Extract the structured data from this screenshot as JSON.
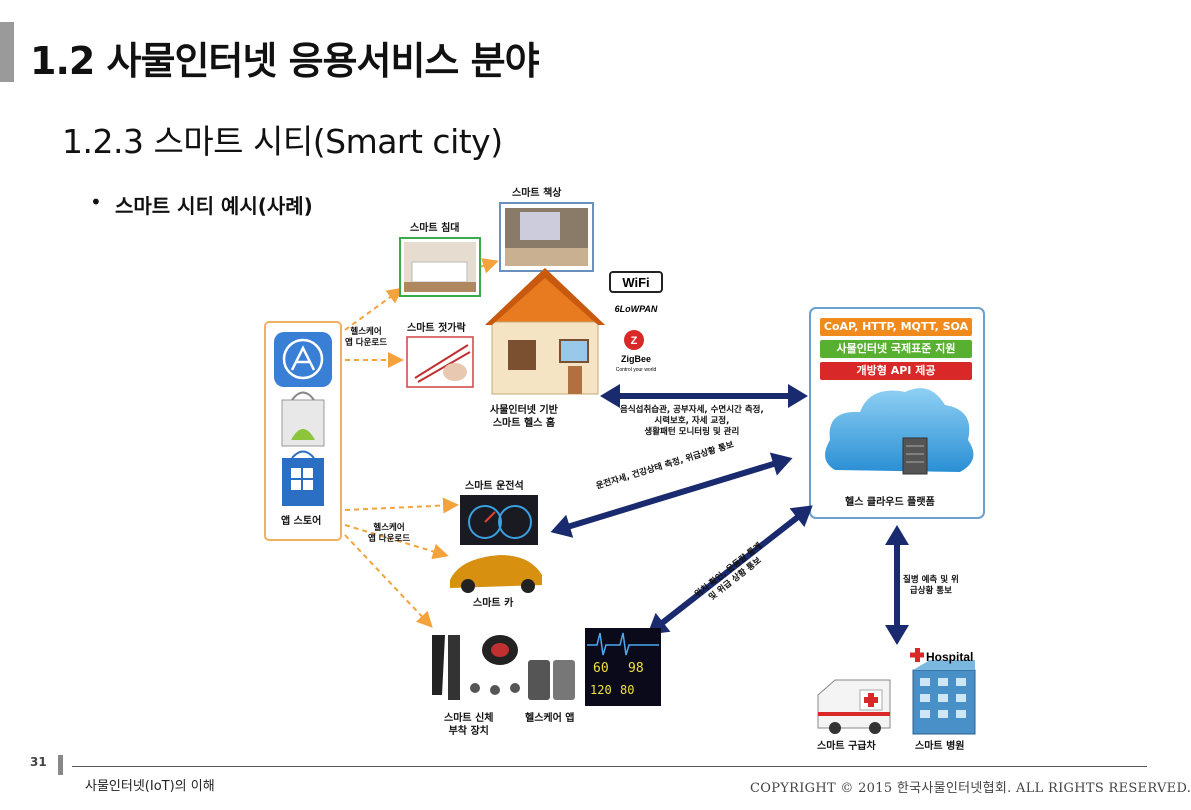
{
  "header": {
    "title": "1.2 사물인터넷 응용서비스 분야",
    "subtitle": "1.2.3 스마트 시티(Smart city)",
    "bullet": "스마트 시티 예시(사례)"
  },
  "diagram": {
    "app_store": "앱 스토어",
    "smart_desk": "스마트 책상",
    "smart_bed": "스마트 침대",
    "smart_chopsticks": "스마트 젓가락",
    "healthcare_download_1": "헬스케어\n앱 다운로드",
    "home_label": "사물인터넷 기반\n스마트 헬스 홈",
    "home_arrow_text": "음식섭취습관, 공부자세, 수면시간 측정,\n시력보호, 자세 교정,\n생활패턴 모니터링 및 관리",
    "wifi": "WiFi",
    "lowpan": "6LoWPAN",
    "zigbee": "ZigBee",
    "zigbee_tag": "Control your world",
    "protocols": [
      {
        "label": "CoAP, HTTP, MQTT, SOA",
        "color": "#f08a1c"
      },
      {
        "label": "사물인터넷 국제표준 지원",
        "color": "#58b030"
      },
      {
        "label": "개방형 API 제공",
        "color": "#d82828"
      }
    ],
    "cloud_label": "헬스 클라우드 플랫폼",
    "smart_driver_seat": "스마트 운전석",
    "driver_arrow_text": "운전자세, 건강상태 측정, 위급상황 통보",
    "healthcare_download_2": "헬스케어\n앱 다운로드",
    "smart_car": "스마트 카",
    "wearable_arrow_text": "위치 확인, 운동량 통계\n및 위급 상황 통보",
    "smart_wearable": "스마트 신체\n부착 장치",
    "healthcare_app": "헬스케어 앱",
    "monitor_values": [
      "60",
      "98",
      "120",
      "80"
    ],
    "hospital_arrow_text": "질병 예측 및 위\n급상황 통보",
    "hospital_sign": "Hospital",
    "smart_ambulance": "스마트 구급차",
    "smart_hospital": "스마트 병원"
  },
  "footer": {
    "page_number": "31",
    "left_text": "사물인터넷(IoT)의 이해",
    "right_text": "COPYRIGHT © 2015 한국사물인터넷협회. ALL RIGHTS RESERVED."
  }
}
